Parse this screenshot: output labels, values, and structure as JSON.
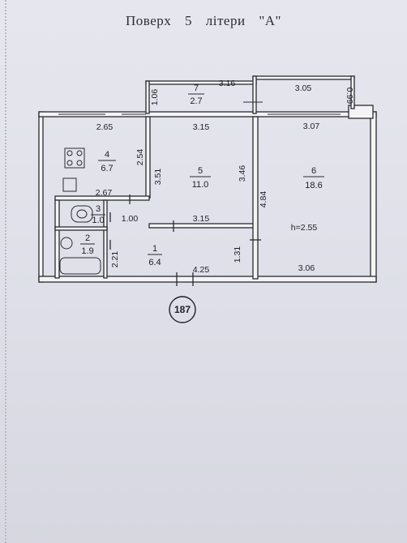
{
  "header": {
    "floor_label": "Поверх",
    "floor_number": "5",
    "letter_label": "літери",
    "letter_value": "\"А\""
  },
  "rooms": [
    {
      "number": "1",
      "area": "6.4"
    },
    {
      "number": "2",
      "area": "1.9"
    },
    {
      "number": "3",
      "area": "1.0"
    },
    {
      "number": "4",
      "area": "6.7"
    },
    {
      "number": "5",
      "area": "11.0"
    },
    {
      "number": "6",
      "area": "18.6"
    },
    {
      "number": "7",
      "area": "2.7"
    }
  ],
  "dimensions": {
    "balcony_depth": "1.06",
    "balcony_length": "3.16",
    "balcony_right_top": "3.05",
    "balcony_side": "0.99",
    "kitchen_top": "2.65",
    "kitchen_side": "2.54",
    "kitchen_bottom": "2.67",
    "room5_top": "3.15",
    "room5_left": "3.51",
    "room5_right": "3.46",
    "room5_bottom": "3.15",
    "room6_top": "3.07",
    "room6_left": "4.84",
    "room6_bottom": "3.06",
    "ceiling_height": "h=2.55",
    "hall_width": "1.00",
    "hall_bottom": "4.25",
    "hall_side": "1.31",
    "bath_side": "2.21"
  },
  "sheet_number": "187"
}
